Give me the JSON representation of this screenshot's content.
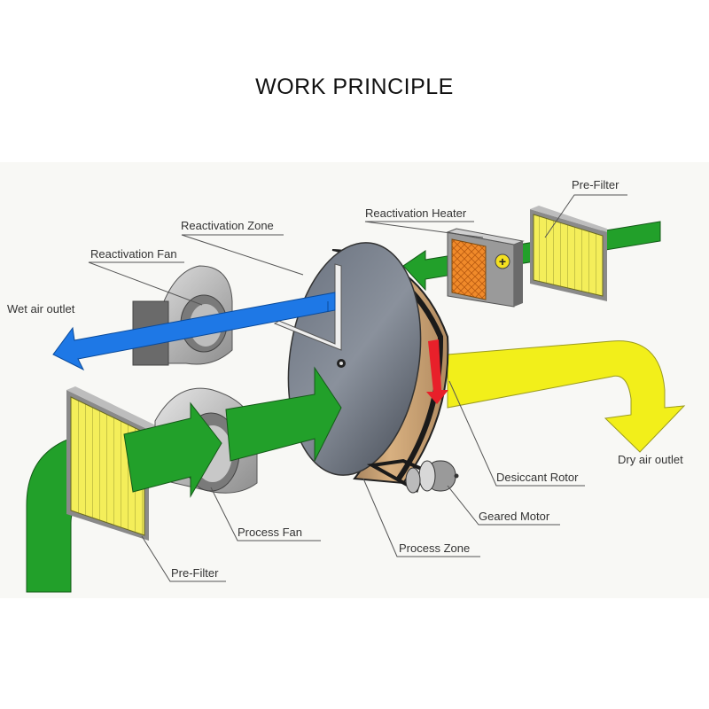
{
  "title": "WORK PRINCIPLE",
  "labels": {
    "pre_filter_top": "Pre-Filter",
    "reactivation_heater": "Reactivation Heater",
    "reactivation_zone": "Reactivation Zone",
    "reactivation_fan": "Reactivation Fan",
    "wet_air_outlet": "Wet air outlet",
    "dry_air_outlet": "Dry air outlet",
    "desiccant_rotor": "Desiccant Rotor",
    "geared_motor": "Geared Motor",
    "process_fan": "Process Fan",
    "process_zone": "Process Zone",
    "pre_filter_bottom": "Pre-Filter"
  },
  "heater_symbol": "+",
  "colors": {
    "process_air": "#22a02a",
    "wet_air": "#1e78e6",
    "dry_air": "#f2ef1a",
    "filter": "#f4ee5a",
    "heater": "#f08a2a",
    "rotor": "#555b66",
    "rotor_edge": "#c8a070",
    "rotation_arrow": "#e8202a",
    "background_band": "#f8f8f5"
  }
}
